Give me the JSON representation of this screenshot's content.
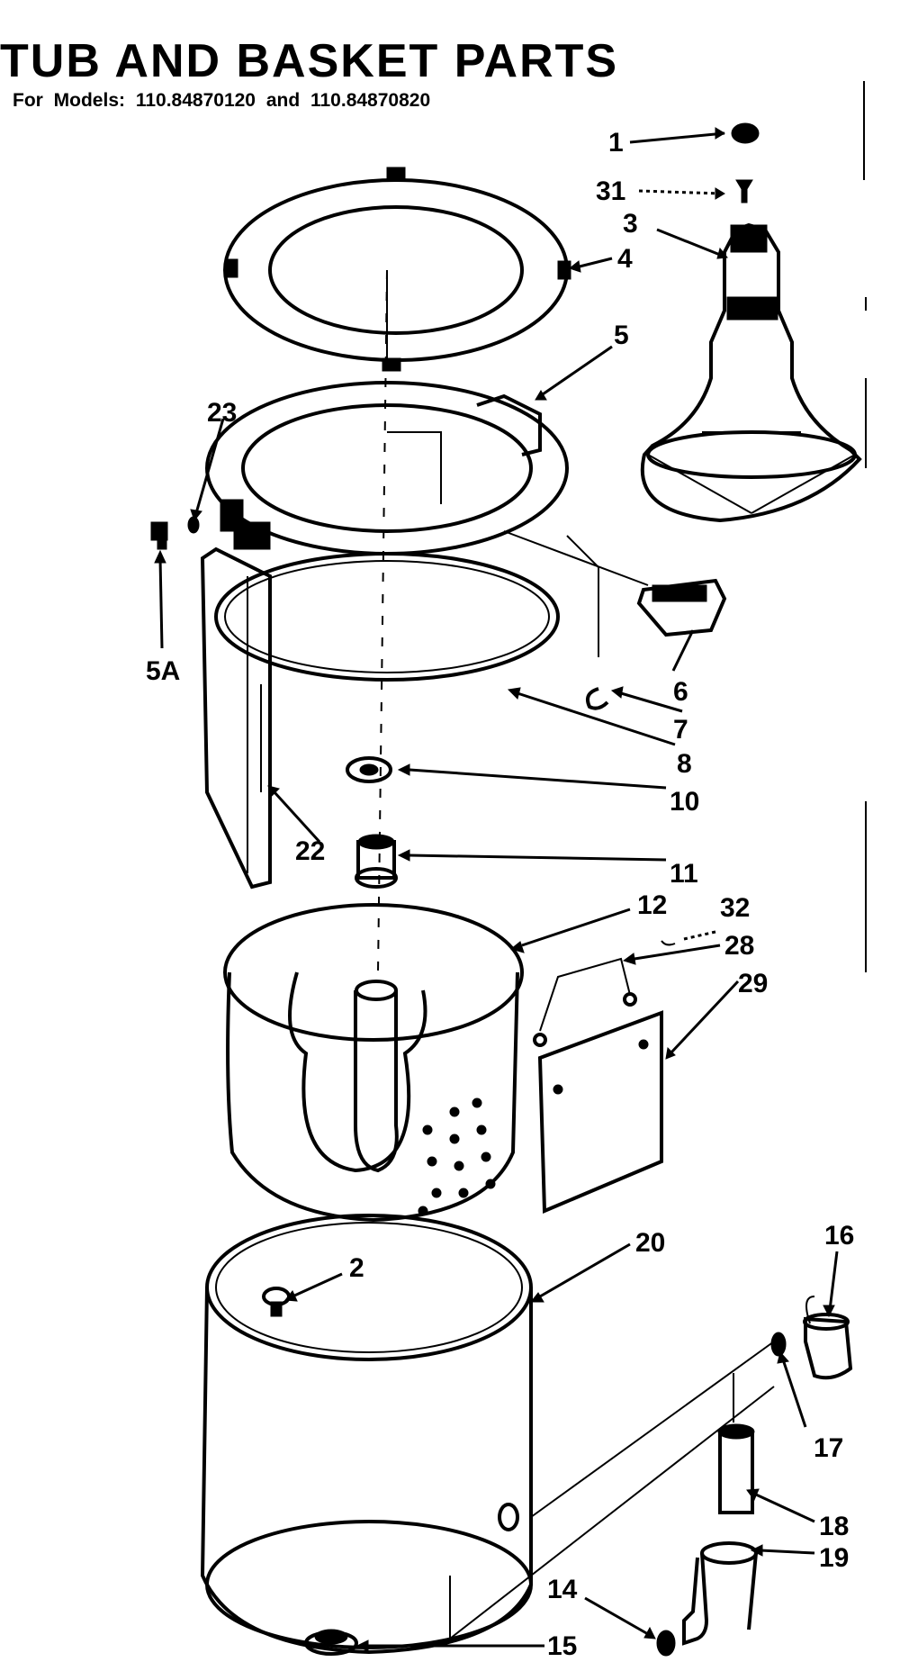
{
  "header": {
    "title": "TUB AND BASKET PARTS",
    "subtitle": "For Models: 110.84870120 and 110.84870820"
  },
  "callouts": [
    {
      "id": "1",
      "label": "1"
    },
    {
      "id": "31",
      "label": "31"
    },
    {
      "id": "3",
      "label": "3"
    },
    {
      "id": "4",
      "label": "4"
    },
    {
      "id": "5",
      "label": "5"
    },
    {
      "id": "23",
      "label": "23"
    },
    {
      "id": "5A",
      "label": "5A"
    },
    {
      "id": "6",
      "label": "6"
    },
    {
      "id": "7",
      "label": "7"
    },
    {
      "id": "8",
      "label": "8"
    },
    {
      "id": "10",
      "label": "10"
    },
    {
      "id": "22",
      "label": "22"
    },
    {
      "id": "11",
      "label": "11"
    },
    {
      "id": "12",
      "label": "12"
    },
    {
      "id": "32",
      "label": "32"
    },
    {
      "id": "28",
      "label": "28"
    },
    {
      "id": "29",
      "label": "29"
    },
    {
      "id": "20",
      "label": "20"
    },
    {
      "id": "2",
      "label": "2"
    },
    {
      "id": "16",
      "label": "16"
    },
    {
      "id": "17",
      "label": "17"
    },
    {
      "id": "18",
      "label": "18"
    },
    {
      "id": "19",
      "label": "19"
    },
    {
      "id": "14",
      "label": "14"
    },
    {
      "id": "15",
      "label": "15"
    }
  ]
}
